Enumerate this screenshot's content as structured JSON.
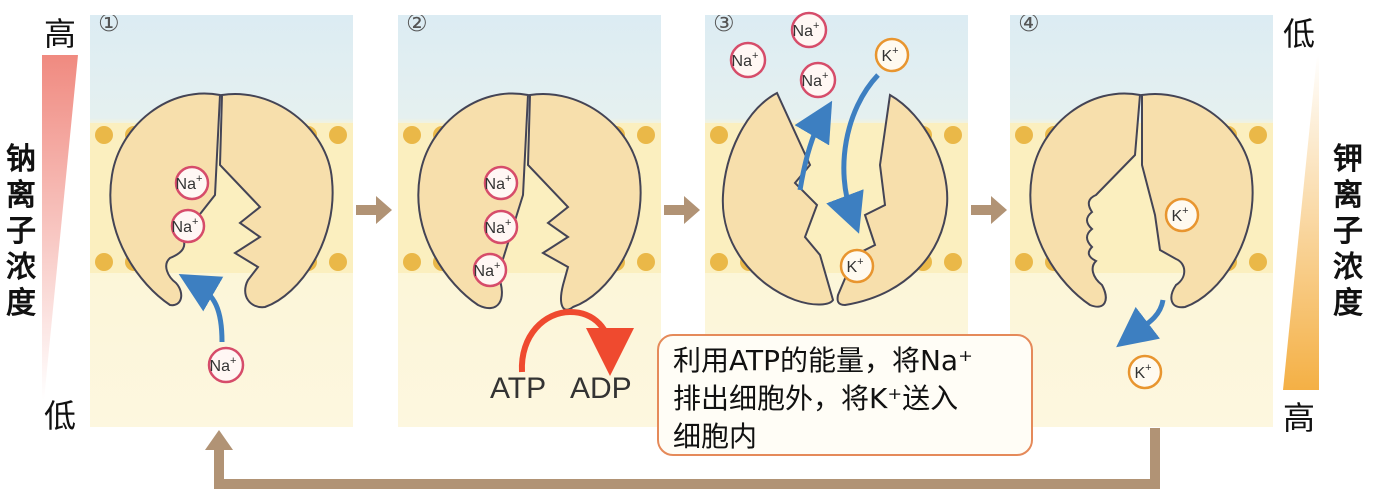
{
  "left": {
    "high": "高",
    "low": "低",
    "label": [
      "钠",
      "离",
      "子",
      "浓",
      "度"
    ]
  },
  "right": {
    "low": "低",
    "high": "高",
    "label": [
      "钾",
      "离",
      "子",
      "浓",
      "度"
    ]
  },
  "steps": [
    "①",
    "②",
    "③",
    "④"
  ],
  "ions": {
    "na": "Na",
    "k": "K",
    "charge": "+"
  },
  "atp": {
    "from": "ATP",
    "to": "ADP"
  },
  "note": {
    "line1": "利用ATP的能量，将Na⁺",
    "line2": "排出细胞外，将K⁺送入",
    "line3": "细胞内"
  },
  "colors": {
    "protein": "#f7dfac",
    "na_ring": "#d64c6a",
    "k_ring": "#e8952f",
    "arrow_blue": "#3d7fc1",
    "arrow_red": "#ef4a2f",
    "arrow_brown": "#b19375",
    "lipid": "#eab848"
  }
}
